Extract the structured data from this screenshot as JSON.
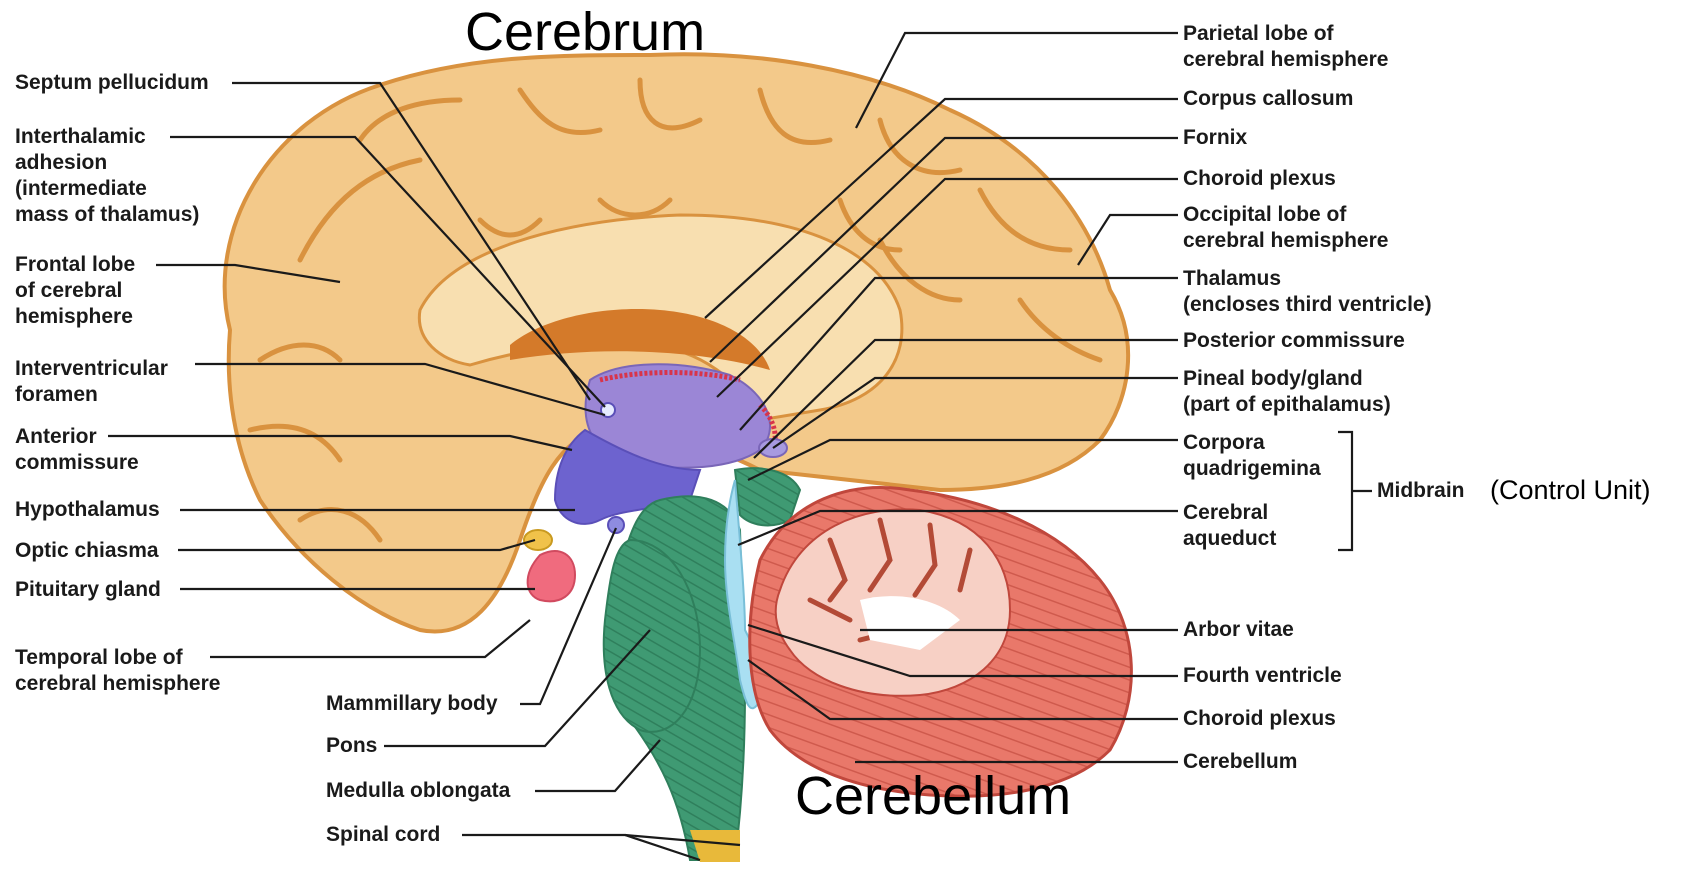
{
  "titles": {
    "cerebrum": "Cerebrum",
    "cerebellum": "Cerebellum",
    "control_unit": "(Control Unit)"
  },
  "left_labels": {
    "septum_pellucidum": "Septum pellucidum",
    "interthalamic_adhesion": "Interthalamic\nadhesion\n(intermediate\nmass of thalamus)",
    "frontal_lobe": "Frontal lobe\nof cerebral\nhemisphere",
    "interventricular_foramen": "Interventricular\nforamen",
    "anterior_commissure": "Anterior\ncommissure",
    "hypothalamus": "Hypothalamus",
    "optic_chiasma": "Optic chiasma",
    "pituitary_gland": "Pituitary gland",
    "temporal_lobe": "Temporal lobe of\ncerebral hemisphere",
    "mammillary_body": "Mammillary body",
    "pons": "Pons",
    "medulla_oblongata": "Medulla oblongata",
    "spinal_cord": "Spinal cord"
  },
  "right_labels": {
    "parietal_lobe": "Parietal lobe of\ncerebral hemisphere",
    "corpus_callosum": "Corpus callosum",
    "fornix": "Fornix",
    "choroid_plexus_upper": "Choroid plexus",
    "occipital_lobe": "Occipital lobe of\ncerebral hemisphere",
    "thalamus": "Thalamus\n(encloses third ventricle)",
    "posterior_commissure": "Posterior commissure",
    "pineal_body": "Pineal body/gland\n(part of epithalamus)",
    "corpora_quadrigemina": "Corpora\nquadrigemina",
    "cerebral_aqueduct": "Cerebral\naqueduct",
    "midbrain": "Midbrain",
    "arbor_vitae": "Arbor vitae",
    "fourth_ventricle": "Fourth ventricle",
    "choroid_plexus_lower": "Choroid plexus",
    "cerebellum_label": "Cerebellum"
  },
  "colors": {
    "cerebrum": "#f3c98a",
    "cerebrum_dark": "#d9923f",
    "diencephalon": "#9b86d6",
    "hypothalamus": "#6d63cf",
    "brainstem": "#3f9a73",
    "ventricle": "#a9dff2",
    "cerebellum": "#e9786a",
    "arbor_vitae": "#f7d0c5",
    "pituitary": "#f06b7e",
    "optic_chiasma": "#f0c24a",
    "spinal_cord": "#e8b93a",
    "leader_line": "#1a1a1a"
  }
}
